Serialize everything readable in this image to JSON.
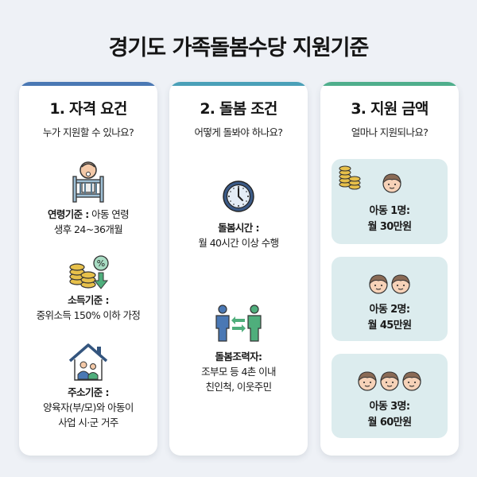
{
  "title": "경기도 가족돌봄수당 지원기준",
  "colors": {
    "card1_bar": "#4a78b4",
    "card2_bar": "#4aa0b8",
    "card3_bar": "#4fae8c",
    "amount_bg": "#dcecee"
  },
  "cards": [
    {
      "heading": "1. 자격 요건",
      "subheading": "누가 지원할 수 있나요?",
      "items": [
        {
          "icon": "baby-crib-icon",
          "label_bold": "연령기준 :",
          "label_rest": " 아동 연령",
          "line2": "생후 24~36개월"
        },
        {
          "icon": "coins-percent-down-icon",
          "label_bold": "소득기준 :",
          "label_rest": "",
          "line2": "중위소득 150% 이하 가정"
        },
        {
          "icon": "house-family-icon",
          "label_bold": "주소기준 :",
          "label_rest": "",
          "line2": "양육자(부/모)와 아동이",
          "line3": "사업 시·군 거주"
        }
      ]
    },
    {
      "heading": "2. 돌봄 조건",
      "subheading": "어떻게 돌봐야 하나요?",
      "items": [
        {
          "icon": "clock-icon",
          "label_bold": "돌봄시간 :",
          "line2": "월 40시간 이상 수행"
        },
        {
          "icon": "two-people-exchange-icon",
          "label_bold": "돌봄조력자:",
          "line2": "조부모 등 4촌 이내",
          "line3": "친인척, 이웃주민"
        }
      ]
    },
    {
      "heading": "3. 지원 금액",
      "subheading": "얼마나 지원되나요?",
      "amounts": [
        {
          "children": 1,
          "line1": "아동 1명:",
          "line2": "월 30만원"
        },
        {
          "children": 2,
          "line1": "아동 2명:",
          "line2": "월 45만원"
        },
        {
          "children": 3,
          "line1": "아동 3명:",
          "line2": "월 60만원"
        }
      ]
    }
  ]
}
